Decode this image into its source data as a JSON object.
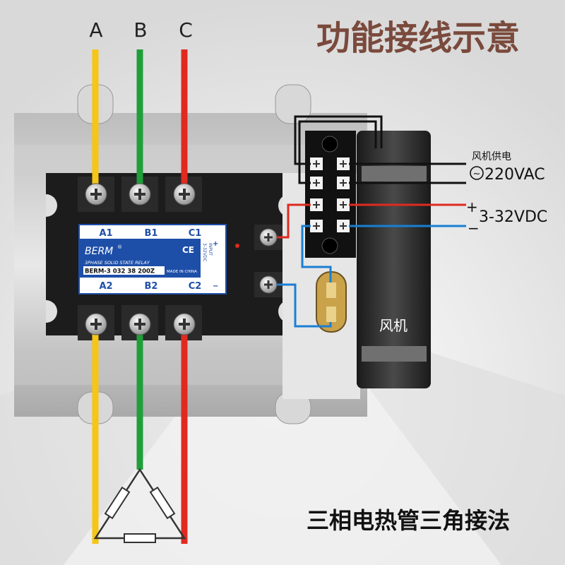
{
  "title": "功能接线示意",
  "footer": "三相电热管三角接法",
  "phases": [
    {
      "label": "A",
      "top": "A1",
      "bottom": "A2",
      "color": "#f5c518"
    },
    {
      "label": "B",
      "top": "B1",
      "bottom": "B2",
      "color": "#1f9e3a"
    },
    {
      "label": "C",
      "top": "C1",
      "bottom": "C2",
      "color": "#e02a1f"
    }
  ],
  "relay_label": {
    "brand": "BERM",
    "registered": "®",
    "ce": "CE",
    "type": "3PHASE SOLID STATE RELAY",
    "model": "BERM-3 032 38 200Z",
    "origin": "MADE IN CHINA",
    "input": "INPUT",
    "range": "3-32VDC",
    "plus": "+",
    "minus": "−"
  },
  "fan": {
    "label": "风机",
    "supply_caption": "风机供电",
    "ac_symbol": "~",
    "ac_voltage": "220VAC",
    "dc_plus": "+",
    "dc_minus": "−",
    "dc_voltage": "3-32VDC"
  },
  "colors": {
    "yellow": "#f5c518",
    "green": "#1f9e3a",
    "red": "#e02a1f",
    "blue": "#1a7fd4",
    "title": "#7a4a3c",
    "relay_body": "#1c1c1c",
    "label_bg": "#1e4fa8"
  }
}
